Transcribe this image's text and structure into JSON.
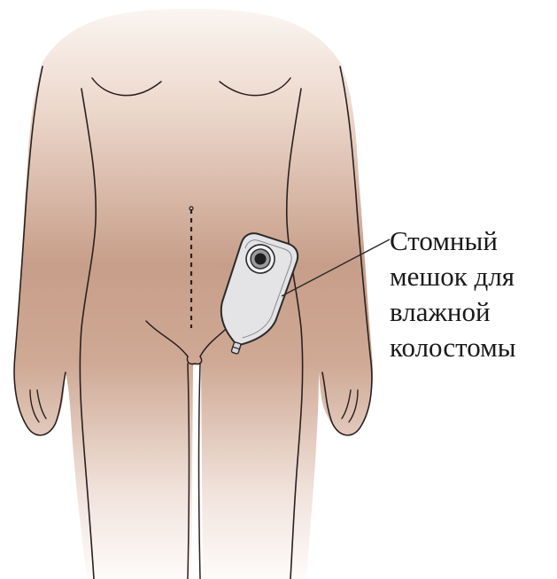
{
  "diagram": {
    "callout": {
      "lines": [
        "Стомный",
        "мешок для",
        "влажной",
        "колостомы"
      ]
    },
    "colors": {
      "skin_top": "#f6ece6",
      "skin_mid": "#c59b86",
      "skin_bottom": "#fbf5f2",
      "outline": "#2a2020",
      "pouch_fill": "#e4e4e6",
      "pouch_outline": "#2a2a2a",
      "callout_line": "#2a2a2a",
      "label_text": "#1a1a1a"
    }
  }
}
